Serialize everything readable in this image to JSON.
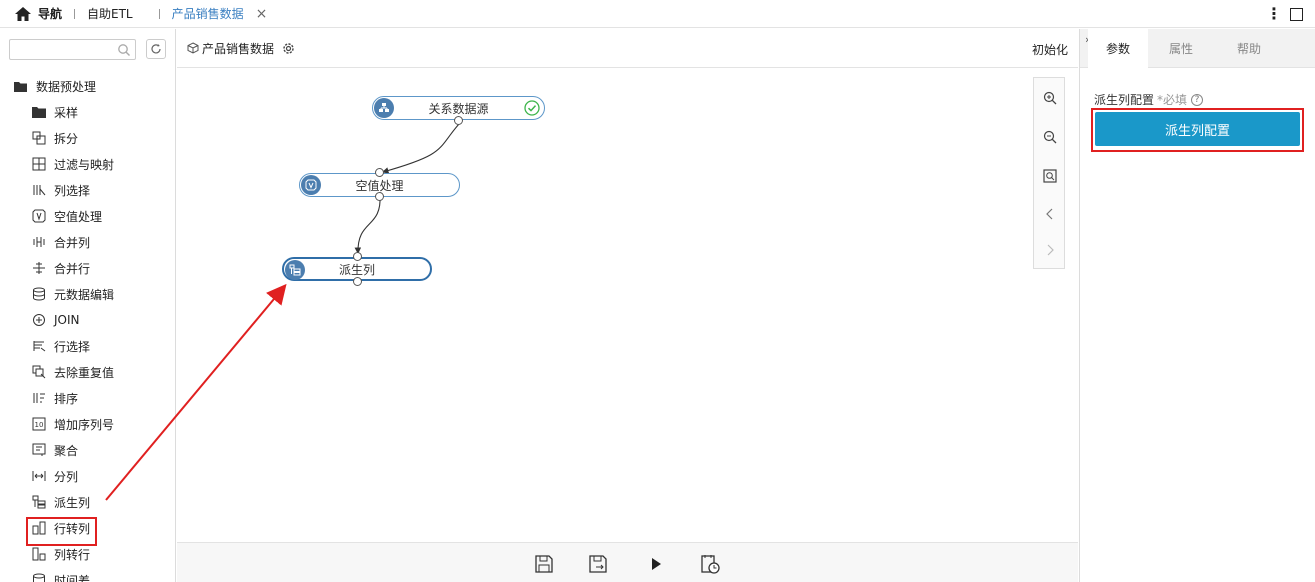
{
  "topbar": {
    "nav_label": "导航",
    "etl_label": "自助ETL",
    "tab_label": "产品销售数据",
    "close_glyph": "×"
  },
  "left_panel": {
    "search_placeholder": "",
    "root_label": "数据预处理",
    "items": [
      {
        "label": "采样",
        "icon": "folder-icon"
      },
      {
        "label": "拆分",
        "icon": "split-icon"
      },
      {
        "label": "过滤与映射",
        "icon": "filter-map-icon"
      },
      {
        "label": "列选择",
        "icon": "column-select-icon"
      },
      {
        "label": "空值处理",
        "icon": "null-handle-icon"
      },
      {
        "label": "合并列",
        "icon": "merge-column-icon"
      },
      {
        "label": "合并行",
        "icon": "merge-row-icon"
      },
      {
        "label": "元数据编辑",
        "icon": "metadata-icon"
      },
      {
        "label": "JOIN",
        "icon": "join-icon"
      },
      {
        "label": "行选择",
        "icon": "row-select-icon"
      },
      {
        "label": "去除重复值",
        "icon": "dedupe-icon"
      },
      {
        "label": "排序",
        "icon": "sort-icon"
      },
      {
        "label": "增加序列号",
        "icon": "serial-number-icon"
      },
      {
        "label": "聚合",
        "icon": "aggregate-icon"
      },
      {
        "label": "分列",
        "icon": "split-column-icon"
      },
      {
        "label": "派生列",
        "icon": "derived-column-icon"
      },
      {
        "label": "行转列",
        "icon": "row-to-column-icon"
      },
      {
        "label": "列转行",
        "icon": "column-to-row-icon"
      },
      {
        "label": "时间差",
        "icon": "time-diff-icon"
      }
    ]
  },
  "canvas": {
    "title": "产品销售数据",
    "init_label": "初始化",
    "nodes": [
      {
        "label": "关系数据源",
        "icon": "datasource-icon",
        "status": "success"
      },
      {
        "label": "空值处理",
        "icon": "null-handle-icon"
      },
      {
        "label": "派生列",
        "icon": "derived-column-icon"
      }
    ]
  },
  "right_panel": {
    "tabs": [
      "参数",
      "属性",
      "帮助"
    ],
    "active_tab": "参数",
    "field_label": "派生列配置",
    "required_text": "*必填",
    "help_glyph": "?",
    "config_button_label": "派生列配置"
  },
  "colors": {
    "accent": "#1a98c9",
    "node_border": "#5d97c9",
    "node_icon_bg": "#4c7eaf",
    "highlight": "#e02020",
    "tab_link": "#3a7fc1",
    "success": "#3cb44a"
  }
}
